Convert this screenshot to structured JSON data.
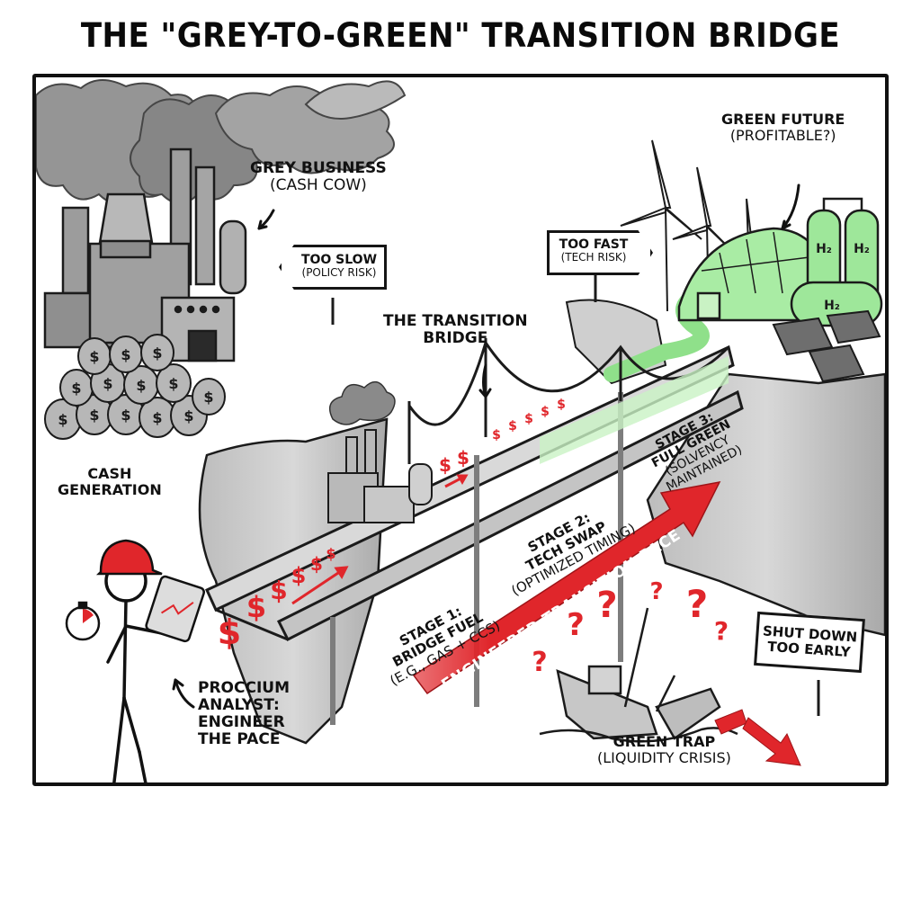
{
  "title": "THE \"GREY-TO-GREEN\" TRANSITION BRIDGE",
  "labels": {
    "grey_business": {
      "title": "GREY BUSINESS",
      "sub": "(CASH COW)"
    },
    "cash_generation": {
      "line1": "CASH",
      "line2": "GENERATION"
    },
    "green_future": {
      "title": "GREEN FUTURE",
      "sub": "(PROFITABLE?)"
    },
    "transition_bridge": {
      "line1": "THE TRANSITION",
      "line2": "BRIDGE"
    },
    "analyst": {
      "line1": "PROCCIUM",
      "line2": "ANALYST:",
      "line3": "ENGINEER",
      "line4": "THE PACE"
    },
    "green_trap": {
      "title": "GREEN TRAP",
      "sub": "(LIQUIDITY CRISIS)"
    }
  },
  "signs": {
    "too_slow": {
      "title": "TOO SLOW",
      "sub": "(POLICY RISK)"
    },
    "too_fast": {
      "title": "TOO FAST",
      "sub": "(TECH RISK)"
    },
    "shut_down": {
      "line1": "SHUT DOWN",
      "line2": "TOO EARLY"
    }
  },
  "stages": [
    {
      "title": "STAGE 1:",
      "line2": "BRIDGE FUEL",
      "line3": "(e.g., GAS + CCS)"
    },
    {
      "title": "STAGE 2:",
      "line2": "TECH SWAP",
      "line3": "(OPTIMIZED TIMING)"
    },
    {
      "title": "STAGE 3:",
      "line2": "FULL GREEN",
      "line3": "(SOLVENCY",
      "line4": "MAINTAINED)"
    }
  ],
  "pace_arrow": {
    "label": "ENGINEERED TRANSITION PACE"
  },
  "tank_labels": [
    "H₂",
    "H₂",
    "H₂"
  ],
  "symbols": {
    "dollar": "$",
    "question": "?"
  },
  "colors": {
    "accent_red": "#e0262b",
    "green": "#8fe08a",
    "green_light": "#c9f2c4",
    "grey_dark": "#4a4a4a",
    "grey_mid": "#9a9a9a",
    "grey_light": "#d6d6d6",
    "ink": "#111111"
  }
}
